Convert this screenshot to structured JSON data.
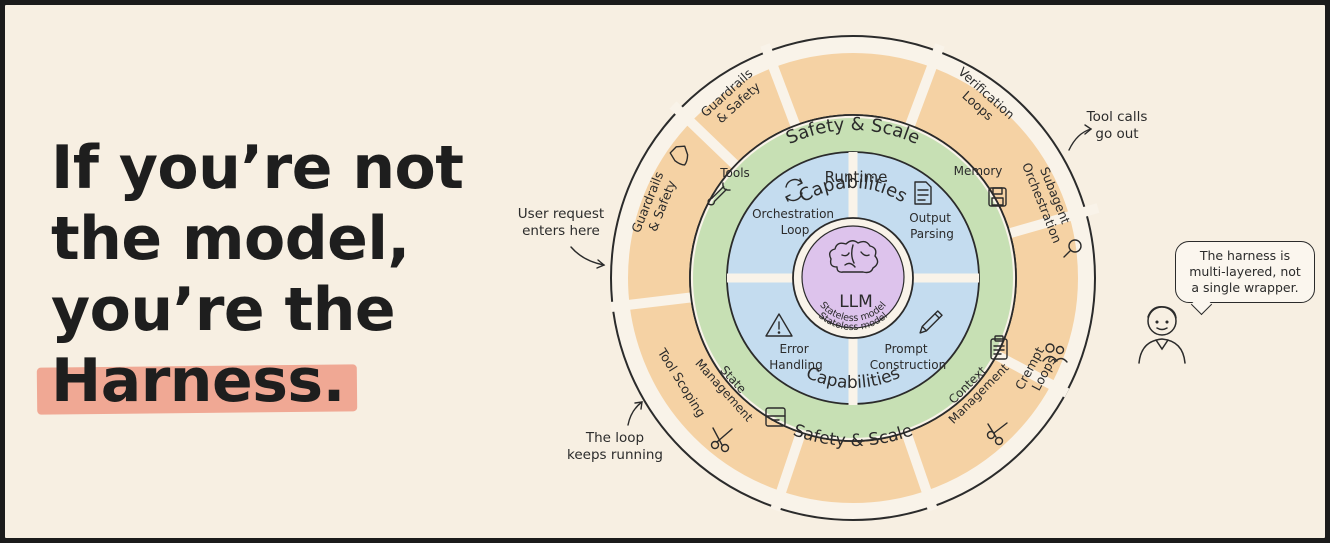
{
  "headline": {
    "line1": "If you’re not",
    "line2": "the model,",
    "line3": "you’re the",
    "highlight": "Harness."
  },
  "outer_ring": {
    "top_label": "Safety & Scale",
    "bottom_label": "Safety & Scale",
    "segments": {
      "guardrails_top": [
        "Guardrails",
        "& Safety"
      ],
      "guardrails_left": [
        "Guardrails",
        "& Safety"
      ],
      "verification": [
        "Verification",
        "Loops"
      ],
      "subagent": [
        "Subagent",
        "Orchestration"
      ],
      "tool_scoping": "Tool Scoping",
      "crempt": [
        "Crempt",
        "Loops"
      ]
    }
  },
  "capabilities_ring": {
    "top_label": "Capabilities",
    "bottom_label": "Capabilities",
    "tools": "Tools",
    "memory": "Memory",
    "state_management": [
      "State",
      "Management"
    ],
    "context_management": [
      "Context",
      "Management"
    ]
  },
  "runtime_ring": {
    "title": "Runtime",
    "orchestration": [
      "Orchestration",
      "Loop"
    ],
    "output_parsing": [
      "Output",
      "Parsing"
    ],
    "error_handling": [
      "Error",
      "Handling"
    ],
    "prompt_construction": [
      "Prompt",
      "Construction"
    ]
  },
  "core": {
    "label": "LLM",
    "sub1": "Stateless model",
    "sub2": "Stateless model"
  },
  "notes": {
    "user_request": [
      "User request",
      "enters here"
    ],
    "tool_calls": [
      "Tool calls",
      "go out"
    ],
    "loop": [
      "The loop",
      "keeps running"
    ],
    "bubble": [
      "The harness is",
      "multi-layered, not",
      "a single wrapper."
    ]
  },
  "colors": {
    "background": "#f7efe2",
    "outer_band": "#f5d2a4",
    "capabilities_band": "#c7e0b4",
    "runtime_band": "#c4dcef",
    "core": "#ddc3ec",
    "highlight": "#f0a894",
    "ink": "#2b2b2b"
  }
}
